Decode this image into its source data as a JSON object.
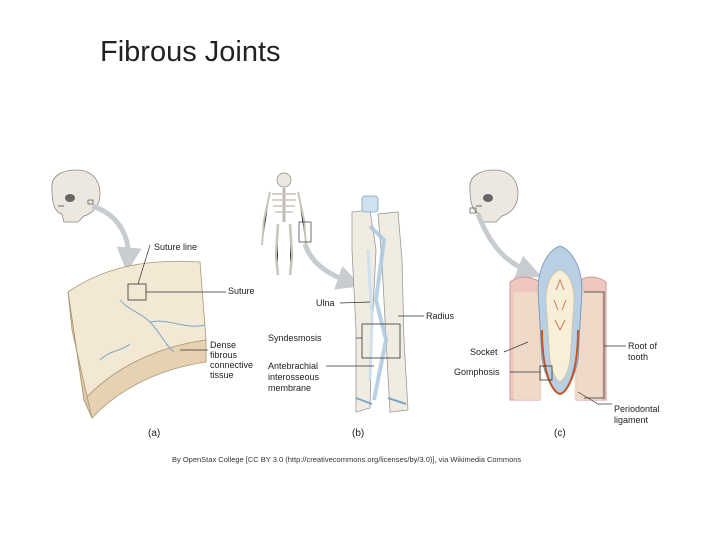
{
  "slide": {
    "title": "Fibrous Joints"
  },
  "labels": {
    "suture_line": "Suture line",
    "suture": "Suture",
    "dense_tissue": [
      "Dense",
      "fibrous",
      "connective",
      "tissue"
    ],
    "ulna": "Ulna",
    "radius": "Radius",
    "syndesmosis": "Syndesmosis",
    "antebrachial": [
      "Antebrachial",
      "interosseous",
      "membrane"
    ],
    "socket": "Socket",
    "gomphosis": "Gomphosis",
    "root_of_tooth": [
      "Root of",
      "tooth"
    ],
    "periodontal": [
      "Periodontal",
      "ligament"
    ]
  },
  "panels": {
    "a": "(a)",
    "b": "(b)",
    "c": "(c)"
  },
  "credit": "By OpenStax College [CC BY 3.0 (http://creativecommons.org/licenses/by/3.0)], via Wikimedia Commons"
}
